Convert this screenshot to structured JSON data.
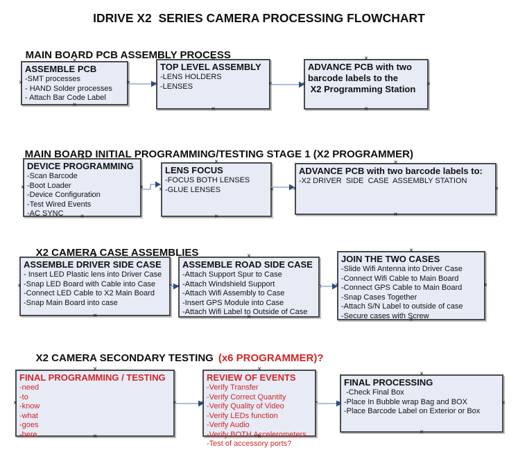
{
  "title": "IDRIVE X2  SERIES CAMERA PROCESSING FLOWCHART",
  "colors": {
    "box_fill": "#e6ebf6",
    "box_border": "#4a4a4a",
    "red": "#d22525",
    "arrow_line": "#92abce",
    "arrow_head": "#2c4b7e"
  },
  "sections": [
    {
      "heading": "MAIN BOARD PCB ASSEMBLY PROCESS",
      "boxes": [
        {
          "title": "ASSEMBLE PCB",
          "items": [
            "-SMT processes",
            "- HAND Solder processes",
            "- Attach Bar Code Label"
          ]
        },
        {
          "title": "TOP LEVEL ASSEMBLY",
          "items": [
            "-LENS HOLDERS",
            "-LENSES"
          ]
        },
        {
          "title": "ADVANCE PCB with two\nbarcode labels to the\n X2 Programming Station",
          "items": []
        }
      ]
    },
    {
      "heading": "MAIN BOARD INITIAL PROGRAMMING/TESTING STAGE 1 (X2 PROGRAMMER)",
      "boxes": [
        {
          "title": "DEVICE PROGRAMMING",
          "items": [
            "-Scan Barcode",
            "-Boot Loader",
            "-Device Configuration",
            "-Test Wired Events",
            "-AC SYNC"
          ]
        },
        {
          "title": "LENS FOCUS",
          "items": [
            "-FOCUS BOTH LENSES",
            "-GLUE LENSES"
          ]
        },
        {
          "title": "ADVANCE PCB with two barcode labels to:",
          "items": [
            "-X2 DRIVER  SIDE  CASE  ASSEMBLY STATION"
          ]
        }
      ]
    },
    {
      "heading": "X2 CAMERA CASE ASSEMBLIES",
      "boxes": [
        {
          "title": "ASSEMBLE DRIVER SIDE CASE",
          "items": [
            "- Insert LED Plastic lens into Driver Case",
            "-Snap LED Board with Cable into Case",
            "-Connect LED Cable to X2 Main Board",
            "-Snap Main Board into case"
          ]
        },
        {
          "title": "ASSEMBLE ROAD SIDE CASE",
          "items": [
            "-Attach Support Spur to Case",
            "-Attach Windshield Support",
            "-Attach Wifi Assembly to Case",
            "-Insert GPS Module into Case",
            "-Attach Wifi Label to Outside of Case"
          ]
        },
        {
          "title": "JOIN THE TWO CASES",
          "items": [
            "-Slide Wifi Antenna into Driver Case",
            "-Connect Wifi Cable to Main Board",
            "-Connect GPS Cable to Main Board",
            "-Snap Cases Together",
            "-Attach S/N Label to outside of case",
            "-Secure cases with Screw"
          ]
        }
      ]
    },
    {
      "heading": "X2 CAMERA SECONDARY TESTING",
      "heading_suffix": "(x6 PROGRAMMER)?",
      "boxes": [
        {
          "title": "FINAL PROGRAMMING / TESTING",
          "items": [
            "-need",
            "-to",
            "-know",
            "-what",
            "-goes",
            "-here"
          ]
        },
        {
          "title": "REVIEW OF EVENTS",
          "items": [
            "-Verify Transfer",
            "-Verify Correct Quantity",
            "-Verify Quality of Video",
            "-Verify LEDs function",
            "-Verify Audio",
            "-Verify BOTH Accelerometers",
            "-Test of accessory ports?"
          ]
        },
        {
          "title": "FINAL PROCESSING",
          "items": [
            " -Check Final Box",
            "-Place In Bubble wrap Bag and BOX",
            "-Place Barcode Label on Exterior or Box"
          ]
        }
      ]
    }
  ]
}
